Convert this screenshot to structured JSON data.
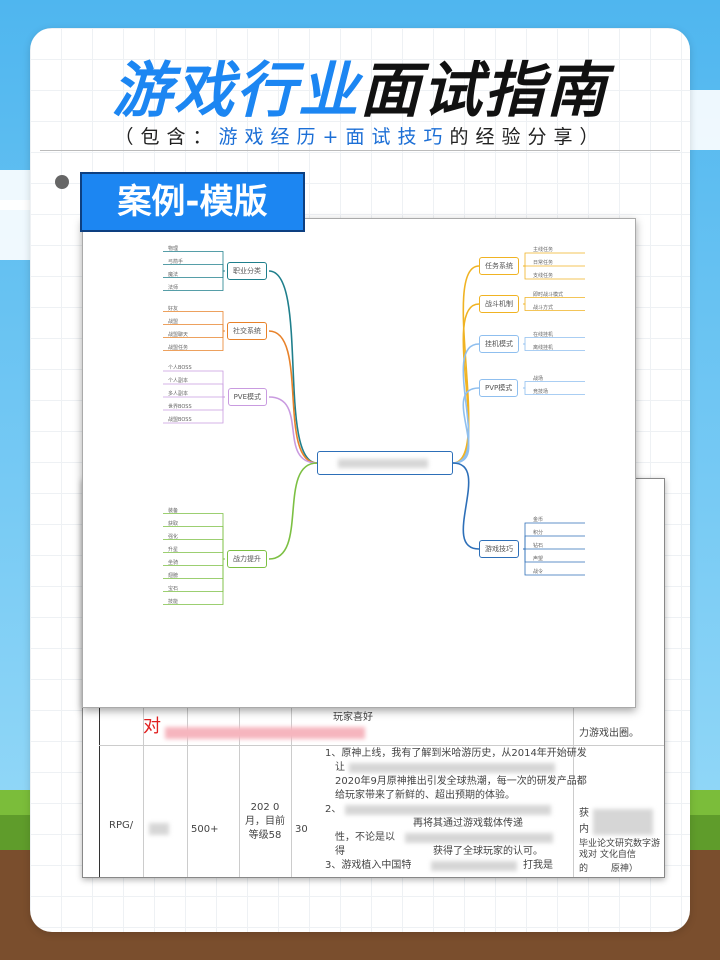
{
  "header": {
    "title_blue": "游戏行业",
    "title_black": "面试指南",
    "subtitle_pre": "（包含：",
    "subtitle_highlight": "游戏经历+面试技巧",
    "subtitle_post": "的经验分享）"
  },
  "badge": "案例-模版",
  "mindmap": {
    "center": "",
    "left": [
      {
        "label": "职业分类",
        "color": "#1f7f8c",
        "leaves": [
          "物理",
          "弓箭手",
          "魔法",
          "法师"
        ]
      },
      {
        "label": "社交系统",
        "color": "#e8822a",
        "leaves": [
          "好友",
          "战盟",
          "战盟聊天",
          "战盟任务"
        ]
      },
      {
        "label": "PVE模式",
        "color": "#c99be0",
        "leaves": [
          "个人BOSS",
          "个人副本",
          "多人副本",
          "世界BOSS",
          "战盟BOSS"
        ]
      },
      {
        "label": "战力提升",
        "color": "#7cc043",
        "leaves": [
          "装备",
          "获取",
          "强化",
          "升星",
          "坐骑",
          "翅膀",
          "宝石",
          "技能"
        ]
      }
    ],
    "right": [
      {
        "label": "任务系统",
        "color": "#f0b323",
        "leaves": [
          "主线任务",
          "日常任务",
          "支线任务"
        ]
      },
      {
        "label": "战斗机制",
        "color": "#f0b323",
        "leaves": [
          "即时战斗模式",
          "战斗方式"
        ]
      },
      {
        "label": "挂机模式",
        "color": "#8fbfef",
        "leaves": [
          "在线挂机",
          "离线挂机"
        ]
      },
      {
        "label": "PVP模式",
        "color": "#8fbfef",
        "leaves": [
          "战场",
          "竞技场"
        ]
      },
      {
        "label": "游戏技巧",
        "color": "#2d6fb8",
        "leaves": [
          "金币",
          "积分",
          "钻石",
          "声望",
          "战令"
        ]
      }
    ]
  },
  "document": {
    "row1_red": "对",
    "row1_text": "玩家喜好",
    "row1_right": "力游戏出圈。",
    "row2": {
      "genre": "RPG/",
      "count": "500+",
      "time": "202  0月，目前等级58",
      "num": "30",
      "p1": "1、原神上线，我有了解到米哈游历史，从2014年开始研发",
      "p1b": "让",
      "p1c": "2020年9月原神推出引发全球热潮，每一次的研发产品都",
      "p1d": "给玩家带来了新鲜的、超出预期的体验。",
      "p2": "2、",
      "p2b": "再将其通过游戏载体传递",
      "p2c": "性，不论是以",
      "p2d": "得",
      "p2e": "获得了全球玩家的认可。",
      "p3": "3、游戏植入中国特",
      "p3b": "打我是",
      "right1": "获",
      "right2": "内",
      "right3": "毕业论文研究数字游戏对   文化自信",
      "right4": "的        原神）"
    }
  }
}
